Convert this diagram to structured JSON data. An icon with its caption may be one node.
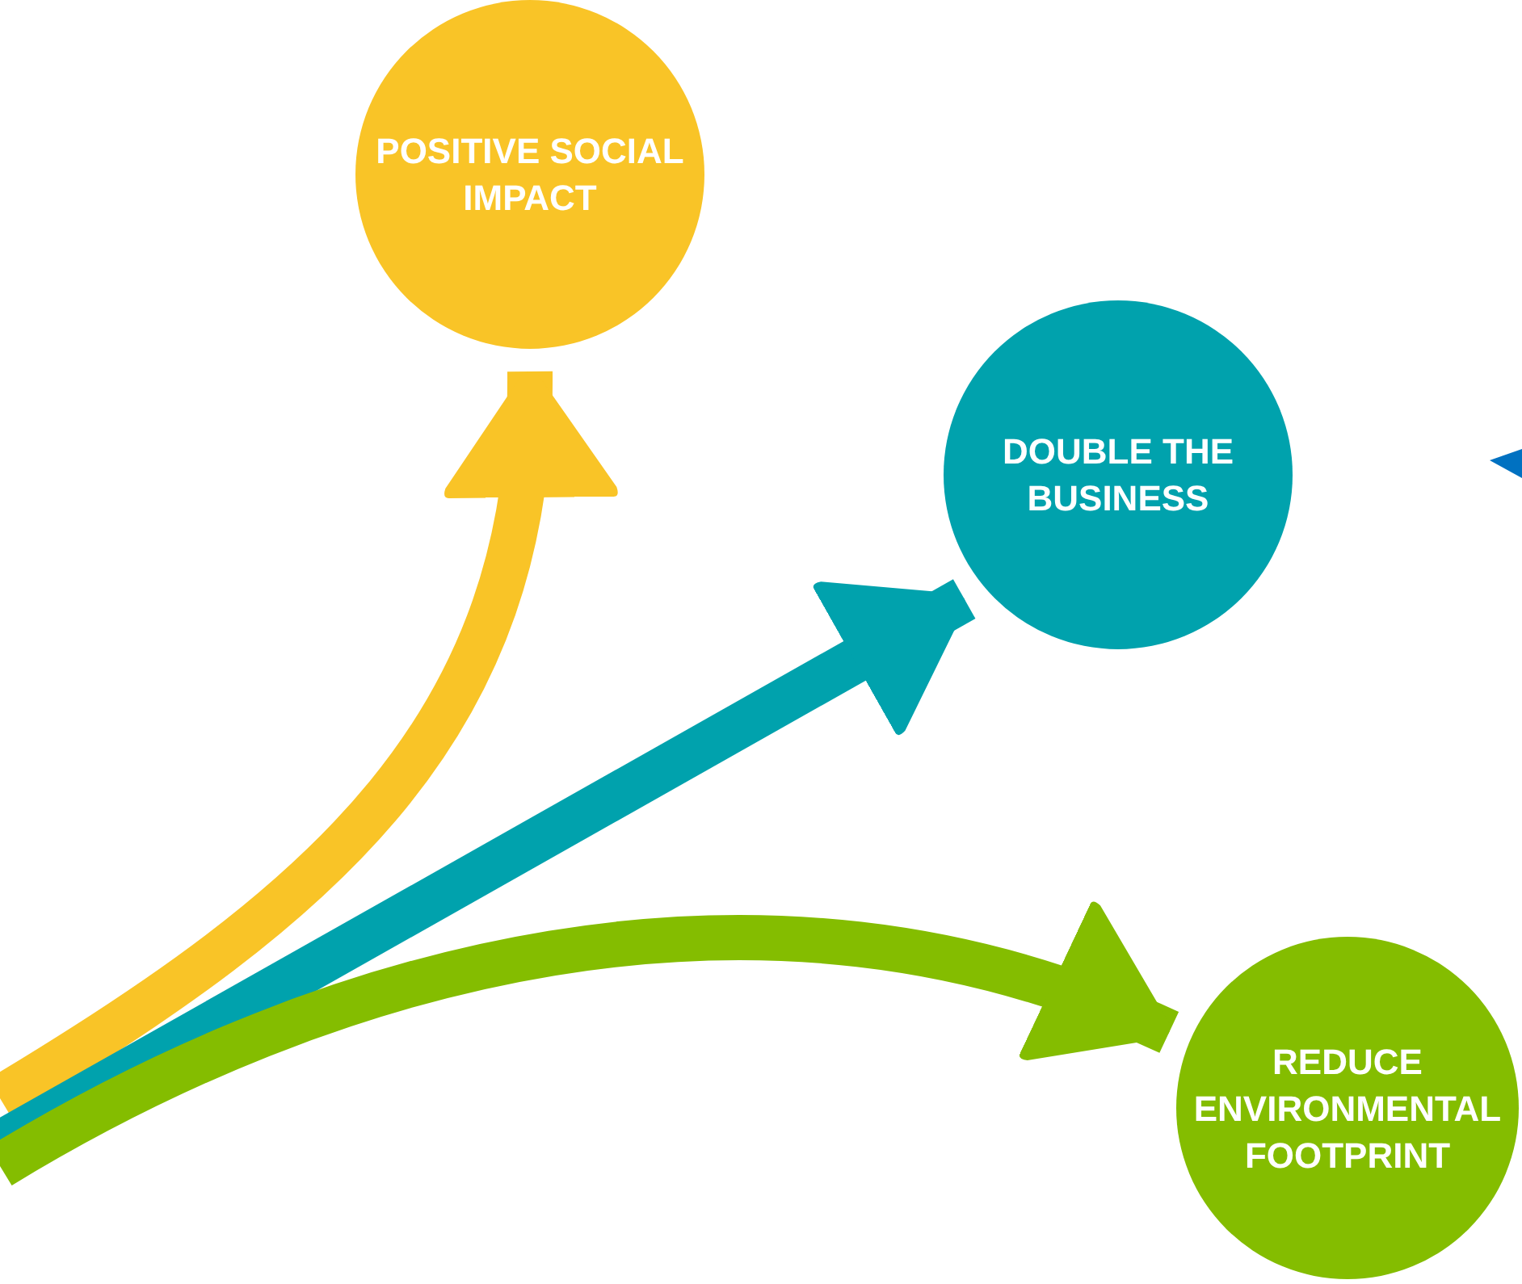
{
  "diagram": {
    "nodes": [
      {
        "text": [
          "POSITIVE SOCIAL IMPACT"
        ]
      },
      {
        "text": [
          "DOUBLE THE BUSINESS"
        ]
      },
      {
        "text": [
          "REDUCE ENVIRONMENTAL FOOTPRINT"
        ]
      }
    ],
    "edges": [
      {
        "from": null,
        "to": 0,
        "arrow": "to",
        "color": "#f9c427"
      },
      {
        "from": null,
        "to": 1,
        "arrow": "to",
        "color": "#00a2ad"
      },
      {
        "from": null,
        "to": 2,
        "arrow": "to",
        "color": "#84bd00"
      }
    ]
  }
}
